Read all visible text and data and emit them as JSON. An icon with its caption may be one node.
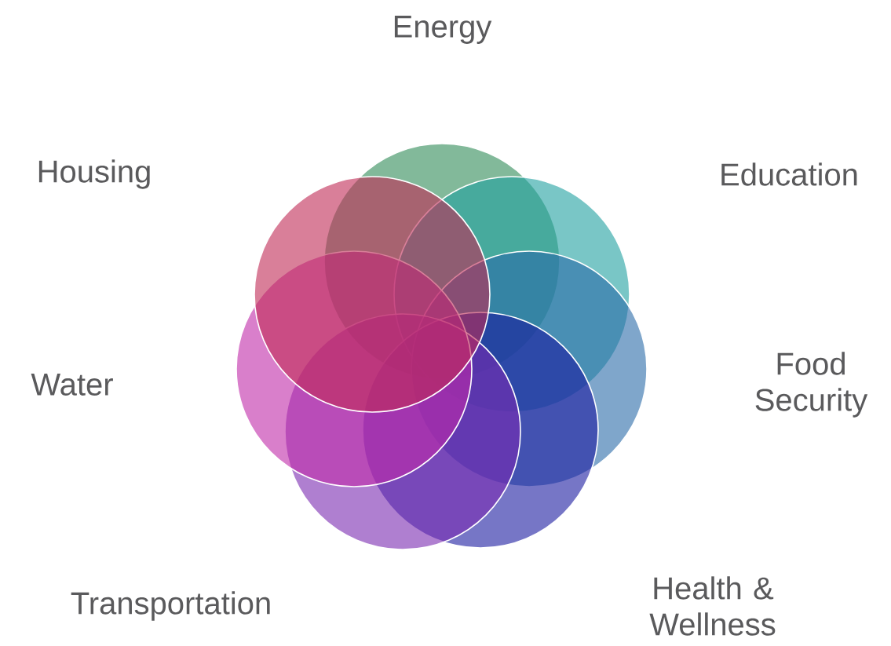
{
  "diagram": {
    "nodes": [
      {
        "text": [],
        "shape": "circle",
        "beside": [
          "Energy"
        ]
      },
      {
        "text": [],
        "shape": "circle",
        "beside": [
          "Education"
        ]
      },
      {
        "text": [],
        "shape": "circle",
        "beside": [
          "Food Security"
        ]
      },
      {
        "text": [],
        "shape": "circle",
        "beside": [
          "Health & Wellness"
        ]
      },
      {
        "text": [],
        "shape": "circle",
        "beside": [
          "Transportation"
        ]
      },
      {
        "text": [],
        "shape": "circle",
        "beside": [
          "Water"
        ]
      },
      {
        "text": [],
        "shape": "circle",
        "beside": [
          "Housing"
        ]
      }
    ]
  }
}
